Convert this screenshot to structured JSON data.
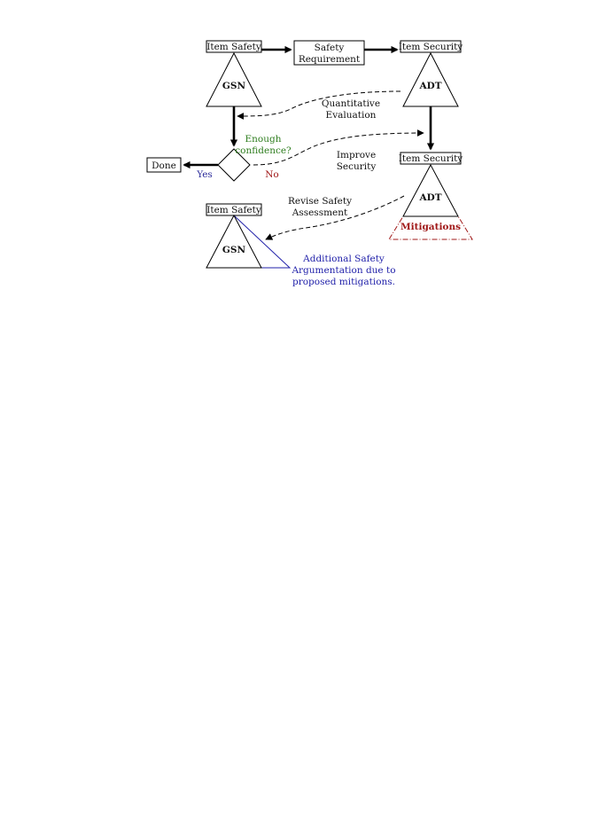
{
  "labels": {
    "item_safety_top": "Item Safety",
    "safety_requirement_line1": "Safety",
    "safety_requirement_line2": "Requirement",
    "item_security_top": "Item Security",
    "gsn_top": "GSN",
    "adt_top": "ADT",
    "quantitative_line1": "Quantitative",
    "quantitative_line2": "Evaluation",
    "enough_line1": "Enough",
    "enough_line2": "confidence?",
    "improve_line1": "Improve",
    "improve_line2": "Security",
    "done": "Done",
    "yes": "Yes",
    "no": "No",
    "item_security_mid": "Item Security",
    "adt_mid": "ADT",
    "mitigations": "Mitigations",
    "revise_line1": "Revise Safety",
    "revise_line2": "Assessment",
    "item_safety_bottom": "Item Safety",
    "gsn_bottom": "GSN",
    "additional_line1": "Additional Safety",
    "additional_line2": "Argumentation due to",
    "additional_line3": "proposed mitigations."
  },
  "colors": {
    "green": "#2e7d1e",
    "yes_blue": "#2a2a9a",
    "no_red": "#a01818",
    "mitigation_red": "#a01818",
    "extension_blue": "#2222aa"
  }
}
